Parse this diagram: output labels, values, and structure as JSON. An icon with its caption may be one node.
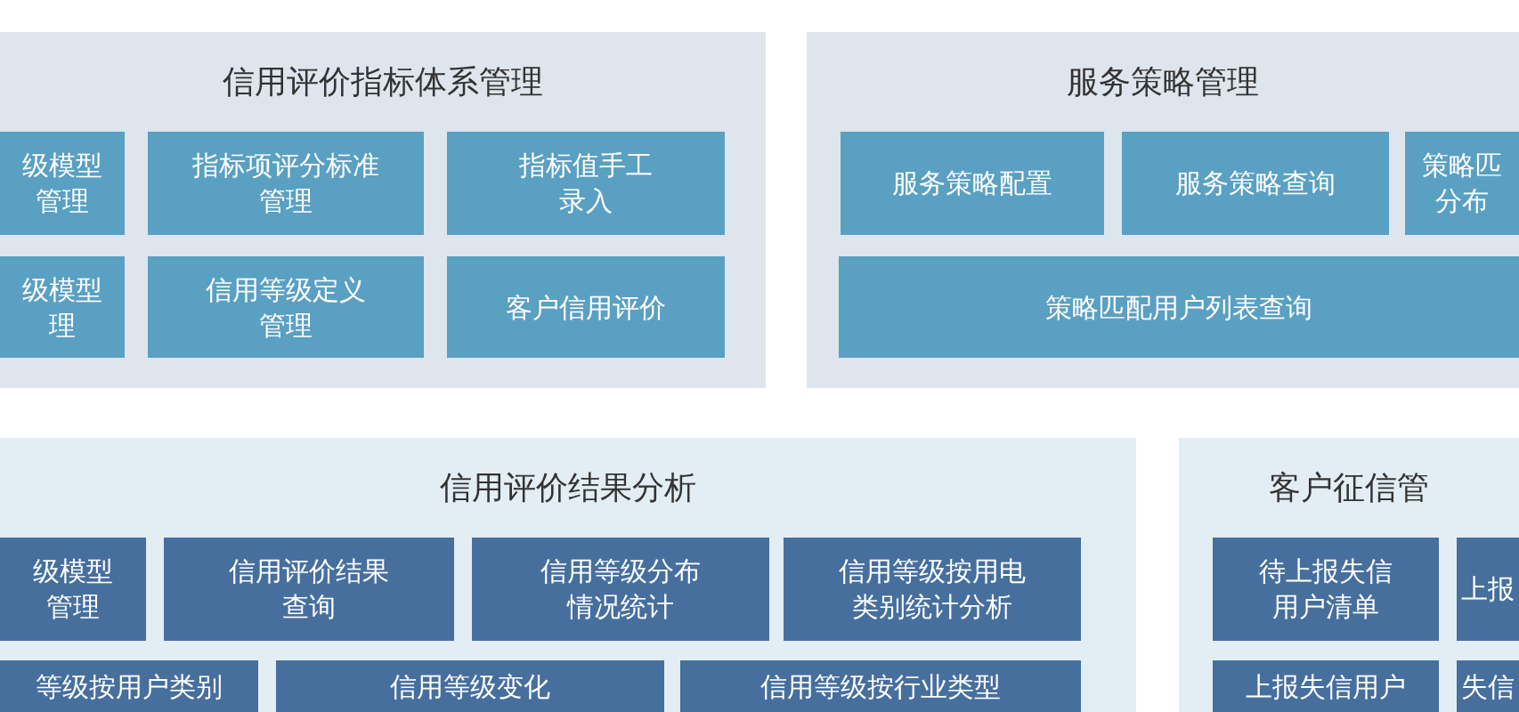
{
  "diagram": {
    "nodes": [
      {
        "text": [
          "信用评价指标体系管理"
        ]
      },
      {
        "text": [
          "级模型管理"
        ],
        "in": 0
      },
      {
        "text": [
          "指标项评分标准管理"
        ],
        "in": 0
      },
      {
        "text": [
          "指标值手工录入"
        ],
        "in": 0
      },
      {
        "text": [
          "级模型理"
        ],
        "in": 0
      },
      {
        "text": [
          "信用等级定义管理"
        ],
        "in": 0
      },
      {
        "text": [
          "客户信用评价"
        ],
        "in": 0
      },
      {
        "text": [
          "服务策略管理"
        ]
      },
      {
        "text": [
          "服务策略配置"
        ],
        "in": 7
      },
      {
        "text": [
          "服务策略查询"
        ],
        "in": 7
      },
      {
        "text": [
          "策略匹分布"
        ],
        "in": 7
      },
      {
        "text": [
          "策略匹配用户列表查询"
        ],
        "in": 7
      },
      {
        "text": [
          "信用评价结果分析"
        ]
      },
      {
        "text": [
          "级模型管理"
        ],
        "in": 12
      },
      {
        "text": [
          "信用评价结果查询"
        ],
        "in": 12
      },
      {
        "text": [
          "信用等级分布情况统计"
        ],
        "in": 12
      },
      {
        "text": [
          "信用等级按用电类别统计分析"
        ],
        "in": 12
      },
      {
        "text": [
          "等级按用户类别"
        ],
        "in": 12
      },
      {
        "text": [
          "信用等级变化"
        ],
        "in": 12
      },
      {
        "text": [
          "信用等级按行业类型"
        ],
        "in": 12
      },
      {
        "text": [
          "客户征信管"
        ]
      },
      {
        "text": [
          "待上报失信用户清单"
        ],
        "in": 20
      },
      {
        "text": [
          "上报"
        ],
        "in": 20
      },
      {
        "text": [
          "上报失信用户"
        ],
        "in": 20
      },
      {
        "text": [
          "失信"
        ],
        "in": 20
      }
    ]
  }
}
